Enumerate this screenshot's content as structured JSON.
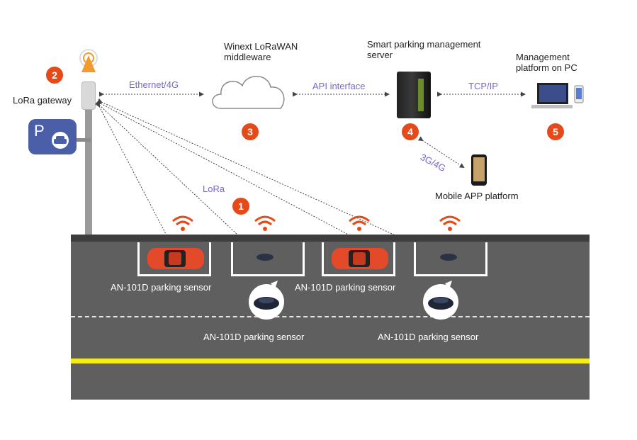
{
  "nodes": {
    "gateway_label": "LoRa gateway",
    "middleware_label": "Winext LoRaWAN middleware",
    "server_label": "Smart parking management server",
    "pc_label": "Management platform on PC",
    "mobile_label": "Mobile APP platform"
  },
  "links": {
    "ethernet": "Ethernet/4G",
    "api": "API interface",
    "tcp": "TCP/IP",
    "mobile": "3G/4G",
    "lora": "LoRa"
  },
  "badges": [
    "1",
    "2",
    "3",
    "4",
    "5"
  ],
  "sensor_label": "AN-101D parking sensor",
  "parking_sign": "P",
  "colors": {
    "badge": "#e64a19",
    "flow_text": "#7a66c7",
    "road": "#5f5f5f",
    "lane_yellow": "#f6eb1b",
    "car": "#e24a2a"
  }
}
